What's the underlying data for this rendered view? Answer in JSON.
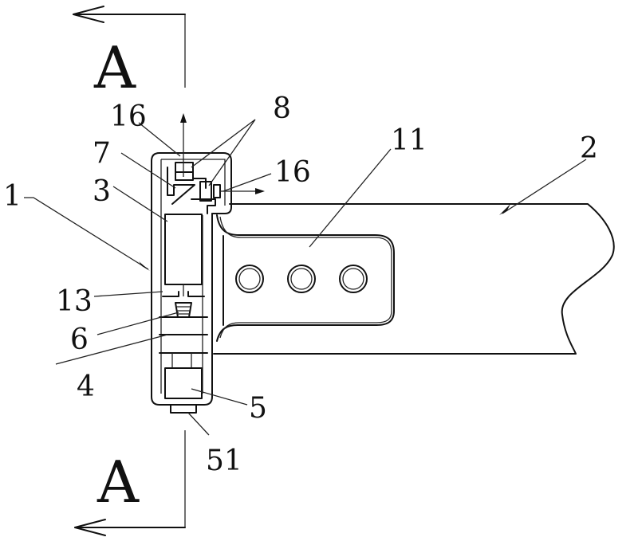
{
  "figure": {
    "type": "patent-technical-drawing",
    "section": {
      "marker": "A",
      "top_label": "A",
      "bottom_label": "A",
      "direction": "left"
    },
    "labels": [
      {
        "id": "1",
        "text": "1",
        "part": "housing"
      },
      {
        "id": "2",
        "text": "2",
        "part": "arm-body"
      },
      {
        "id": "3",
        "text": "3",
        "part": "block"
      },
      {
        "id": "4",
        "text": "4",
        "part": "slider"
      },
      {
        "id": "5",
        "text": "5",
        "part": "motor"
      },
      {
        "id": "51",
        "text": "51",
        "part": "shaft"
      },
      {
        "id": "6",
        "text": "6",
        "part": "spring"
      },
      {
        "id": "7",
        "text": "7",
        "part": "wedge"
      },
      {
        "id": "8",
        "text": "8",
        "part": "lock-pins"
      },
      {
        "id": "11",
        "text": "11",
        "part": "mounting-plate"
      },
      {
        "id": "13",
        "text": "13",
        "part": "partition"
      },
      {
        "id": "16a",
        "text": "16",
        "part": "sensor-top"
      },
      {
        "id": "16b",
        "text": "16",
        "part": "sensor-right"
      }
    ]
  }
}
